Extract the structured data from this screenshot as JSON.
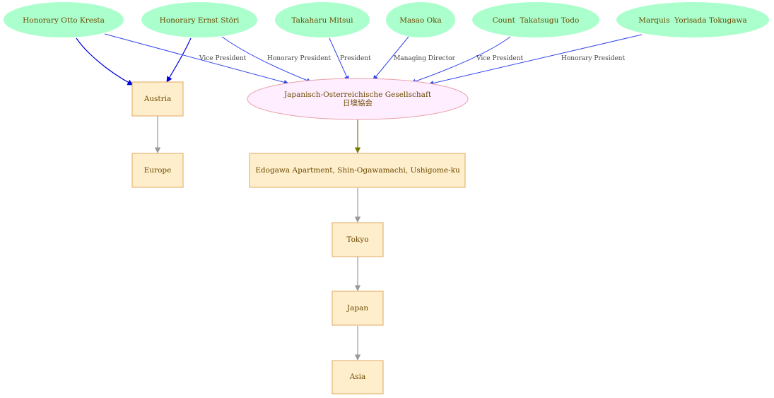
{
  "nodes": {
    "otto_kresta": {
      "label": "Honorary Otto Kresta"
    },
    "ernst_stori": {
      "label": "Honorary Ernst Störi"
    },
    "takaharu_mitsui": {
      "label": "Takaharu Mitsui"
    },
    "masao_oka": {
      "label": "Masao Oka"
    },
    "takatsugu_todo": {
      "label": "Count  Takatsugu Todo"
    },
    "yorisada_tokugawa": {
      "label": "Marquis  Yorisada Tokugawa"
    },
    "gesellschaft": {
      "label": "Japanisch-Osterreichische Gesellschaft",
      "label2": "日墺協会"
    },
    "austria": {
      "label": "Austria"
    },
    "europe": {
      "label": "Europe"
    },
    "edogawa": {
      "label": "Edogawa Apartment, Shin-Ogawamachi, Ushigome-ku"
    },
    "tokyo": {
      "label": "Tokyo"
    },
    "japan": {
      "label": "Japan"
    },
    "asia": {
      "label": "Asia"
    }
  },
  "edges": {
    "kresta_gesellschaft": {
      "label": "Vice President"
    },
    "stori_gesellschaft": {
      "label": "Honorary President"
    },
    "mitsui_gesellschaft": {
      "label": "President"
    },
    "oka_gesellschaft": {
      "label": "Managing Director"
    },
    "todo_gesellschaft": {
      "label": "Vice President"
    },
    "tokugawa_gesellschaft": {
      "label": "Honorary President"
    }
  },
  "colors": {
    "person_fill": "#aaffcc",
    "org_fill": "#ffeeff",
    "org_stroke": "#e8a0a8",
    "place_fill": "#ffeecc",
    "place_stroke": "#e0a860",
    "text": "#6b4a00",
    "edge_blue": "#3344ee",
    "edge_darkblue": "#0000dd",
    "edge_olive": "#777700",
    "edge_gray": "#999999"
  }
}
